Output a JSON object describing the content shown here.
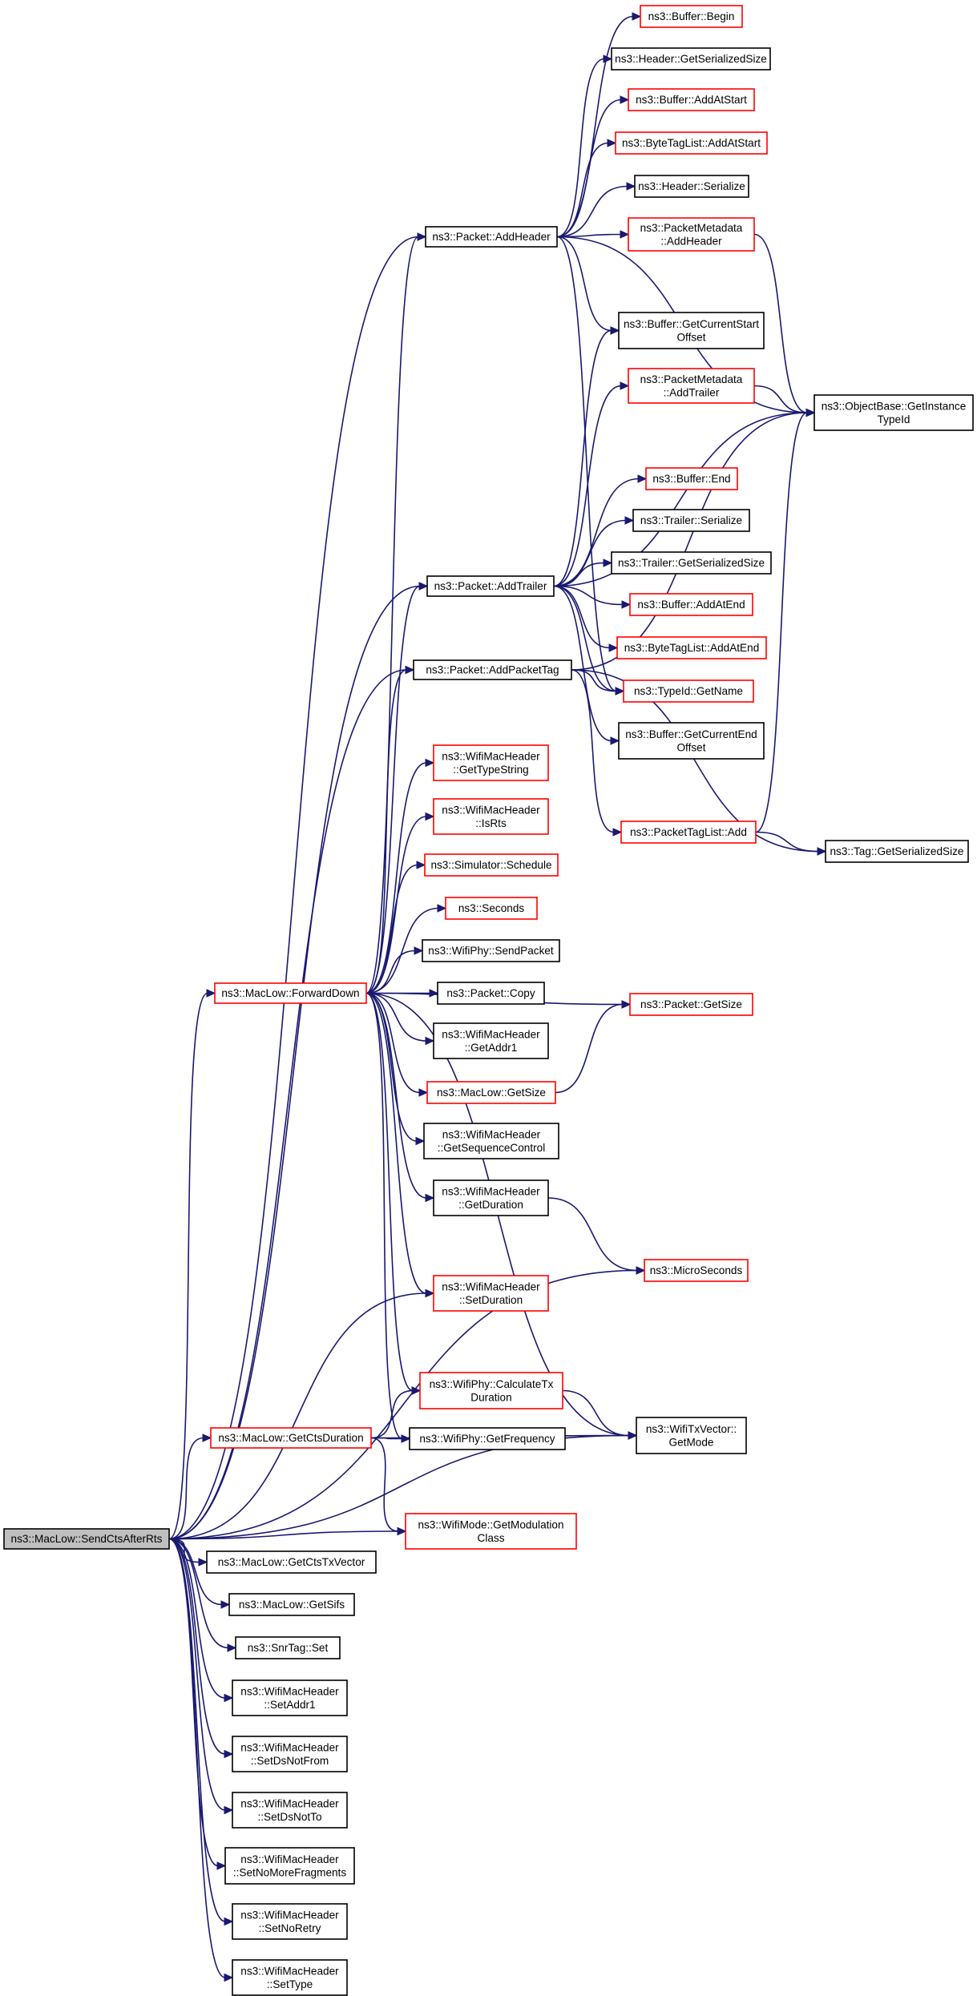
{
  "colors": {
    "edge": "#191970",
    "node_border_default": "#000000",
    "node_border_linked": "#ff0000",
    "node_fill_default": "#ffffff",
    "node_fill_root": "#bfbfbf"
  },
  "nodes": [
    {
      "id": "n_sendcts",
      "lines": [
        "ns3::MacLow::SendCtsAfterRts"
      ],
      "style": "root"
    },
    {
      "id": "n_addheader",
      "lines": [
        "ns3::Packet::AddHeader"
      ],
      "style": "black"
    },
    {
      "id": "n_addtrailer",
      "lines": [
        "ns3::Packet::AddTrailer"
      ],
      "style": "black"
    },
    {
      "id": "n_addpackettag",
      "lines": [
        "ns3::Packet::AddPacketTag"
      ],
      "style": "black"
    },
    {
      "id": "n_forwarddown",
      "lines": [
        "ns3::MacLow::ForwardDown"
      ],
      "style": "red"
    },
    {
      "id": "n_getctsduration",
      "lines": [
        "ns3::MacLow::GetCtsDuration"
      ],
      "style": "red"
    },
    {
      "id": "n_buffer_begin",
      "lines": [
        "ns3::Buffer::Begin"
      ],
      "style": "red"
    },
    {
      "id": "n_header_getsersize",
      "lines": [
        "ns3::Header::GetSerializedSize"
      ],
      "style": "black"
    },
    {
      "id": "n_buffer_addatstart",
      "lines": [
        "ns3::Buffer::AddAtStart"
      ],
      "style": "red"
    },
    {
      "id": "n_btl_addatstart",
      "lines": [
        "ns3::ByteTagList::AddAtStart"
      ],
      "style": "red"
    },
    {
      "id": "n_header_serialize",
      "lines": [
        "ns3::Header::Serialize"
      ],
      "style": "black"
    },
    {
      "id": "n_pm_addheader",
      "lines": [
        "ns3::PacketMetadata",
        "::AddHeader"
      ],
      "style": "red"
    },
    {
      "id": "n_buffer_getcurstart",
      "lines": [
        "ns3::Buffer::GetCurrentStart",
        "Offset"
      ],
      "style": "black"
    },
    {
      "id": "n_pm_addtrailer",
      "lines": [
        "ns3::PacketMetadata",
        "::AddTrailer"
      ],
      "style": "red"
    },
    {
      "id": "n_objbase_getinst",
      "lines": [
        "ns3::ObjectBase::GetInstance",
        "TypeId"
      ],
      "style": "black"
    },
    {
      "id": "n_buffer_end",
      "lines": [
        "ns3::Buffer::End"
      ],
      "style": "red"
    },
    {
      "id": "n_trailer_serialize",
      "lines": [
        "ns3::Trailer::Serialize"
      ],
      "style": "black"
    },
    {
      "id": "n_trailer_getsersize",
      "lines": [
        "ns3::Trailer::GetSerializedSize"
      ],
      "style": "black"
    },
    {
      "id": "n_buffer_addatend",
      "lines": [
        "ns3::Buffer::AddAtEnd"
      ],
      "style": "red"
    },
    {
      "id": "n_btl_addatend",
      "lines": [
        "ns3::ByteTagList::AddAtEnd"
      ],
      "style": "red"
    },
    {
      "id": "n_typeid_getname",
      "lines": [
        "ns3::TypeId::GetName"
      ],
      "style": "red"
    },
    {
      "id": "n_buffer_getcurend",
      "lines": [
        "ns3::Buffer::GetCurrentEnd",
        "Offset"
      ],
      "style": "black"
    },
    {
      "id": "n_wmh_gettypestring",
      "lines": [
        "ns3::WifiMacHeader",
        "::GetTypeString"
      ],
      "style": "red"
    },
    {
      "id": "n_wmh_isrts",
      "lines": [
        "ns3::WifiMacHeader",
        "::IsRts"
      ],
      "style": "red"
    },
    {
      "id": "n_ptl_add",
      "lines": [
        "ns3::PacketTagList::Add"
      ],
      "style": "red"
    },
    {
      "id": "n_tag_getsersize",
      "lines": [
        "ns3::Tag::GetSerializedSize"
      ],
      "style": "black"
    },
    {
      "id": "n_sim_schedule",
      "lines": [
        "ns3::Simulator::Schedule"
      ],
      "style": "red"
    },
    {
      "id": "n_seconds",
      "lines": [
        "ns3::Seconds"
      ],
      "style": "red"
    },
    {
      "id": "n_wifiphy_sendpacket",
      "lines": [
        "ns3::WifiPhy::SendPacket"
      ],
      "style": "black"
    },
    {
      "id": "n_packet_copy",
      "lines": [
        "ns3::Packet::Copy"
      ],
      "style": "black"
    },
    {
      "id": "n_packet_getsize",
      "lines": [
        "ns3::Packet::GetSize"
      ],
      "style": "red"
    },
    {
      "id": "n_wmh_getaddr1",
      "lines": [
        "ns3::WifiMacHeader",
        "::GetAddr1"
      ],
      "style": "black"
    },
    {
      "id": "n_maclow_getsize",
      "lines": [
        "ns3::MacLow::GetSize"
      ],
      "style": "red"
    },
    {
      "id": "n_wmh_getseqctrl",
      "lines": [
        "ns3::WifiMacHeader",
        "::GetSequenceControl"
      ],
      "style": "black"
    },
    {
      "id": "n_wmh_getduration",
      "lines": [
        "ns3::WifiMacHeader",
        "::GetDuration"
      ],
      "style": "black"
    },
    {
      "id": "n_microseconds",
      "lines": [
        "ns3::MicroSeconds"
      ],
      "style": "red"
    },
    {
      "id": "n_wmh_setduration",
      "lines": [
        "ns3::WifiMacHeader",
        "::SetDuration"
      ],
      "style": "red"
    },
    {
      "id": "n_wifiphy_calctx",
      "lines": [
        "ns3::WifiPhy::CalculateTx",
        "Duration"
      ],
      "style": "red"
    },
    {
      "id": "n_wifitxvector_getmode",
      "lines": [
        "ns3::WifiTxVector::",
        "GetMode"
      ],
      "style": "black"
    },
    {
      "id": "n_wifiphy_getfreq",
      "lines": [
        "ns3::WifiPhy::GetFrequency"
      ],
      "style": "black"
    },
    {
      "id": "n_wifimode_getmodclass",
      "lines": [
        "ns3::WifiMode::GetModulation",
        "Class"
      ],
      "style": "red"
    },
    {
      "id": "n_maclow_getctstxvector",
      "lines": [
        "ns3::MacLow::GetCtsTxVector"
      ],
      "style": "black"
    },
    {
      "id": "n_maclow_getsifs",
      "lines": [
        "ns3::MacLow::GetSifs"
      ],
      "style": "black"
    },
    {
      "id": "n_snrtag_set",
      "lines": [
        "ns3::SnrTag::Set"
      ],
      "style": "black"
    },
    {
      "id": "n_wmh_setaddr1",
      "lines": [
        "ns3::WifiMacHeader",
        "::SetAddr1"
      ],
      "style": "black"
    },
    {
      "id": "n_wmh_setdsnotfrom",
      "lines": [
        "ns3::WifiMacHeader",
        "::SetDsNotFrom"
      ],
      "style": "black"
    },
    {
      "id": "n_wmh_setdsnotto",
      "lines": [
        "ns3::WifiMacHeader",
        "::SetDsNotTo"
      ],
      "style": "black"
    },
    {
      "id": "n_wmh_setnomorefrag",
      "lines": [
        "ns3::WifiMacHeader",
        "::SetNoMoreFragments"
      ],
      "style": "black"
    },
    {
      "id": "n_wmh_setnoretry",
      "lines": [
        "ns3::WifiMacHeader",
        "::SetNoRetry"
      ],
      "style": "black"
    },
    {
      "id": "n_wmh_settype",
      "lines": [
        "ns3::WifiMacHeader",
        "::SetType"
      ],
      "style": "black"
    }
  ],
  "edges": [
    [
      "n_sendcts",
      "n_addheader"
    ],
    [
      "n_sendcts",
      "n_addtrailer"
    ],
    [
      "n_sendcts",
      "n_addpackettag"
    ],
    [
      "n_sendcts",
      "n_forwarddown"
    ],
    [
      "n_sendcts",
      "n_getctsduration"
    ],
    [
      "n_sendcts",
      "n_wmh_setduration"
    ],
    [
      "n_sendcts",
      "n_microseconds"
    ],
    [
      "n_sendcts",
      "n_wifimode_getmodclass"
    ],
    [
      "n_sendcts",
      "n_wifitxvector_getmode"
    ],
    [
      "n_sendcts",
      "n_maclow_getctstxvector"
    ],
    [
      "n_sendcts",
      "n_maclow_getsifs"
    ],
    [
      "n_sendcts",
      "n_snrtag_set"
    ],
    [
      "n_sendcts",
      "n_wmh_setaddr1"
    ],
    [
      "n_sendcts",
      "n_wmh_setdsnotfrom"
    ],
    [
      "n_sendcts",
      "n_wmh_setdsnotto"
    ],
    [
      "n_sendcts",
      "n_wmh_setnomorefrag"
    ],
    [
      "n_sendcts",
      "n_wmh_setnoretry"
    ],
    [
      "n_sendcts",
      "n_wmh_settype"
    ],
    [
      "n_addheader",
      "n_buffer_begin"
    ],
    [
      "n_addheader",
      "n_header_getsersize"
    ],
    [
      "n_addheader",
      "n_buffer_addatstart"
    ],
    [
      "n_addheader",
      "n_btl_addatstart"
    ],
    [
      "n_addheader",
      "n_header_serialize"
    ],
    [
      "n_addheader",
      "n_pm_addheader"
    ],
    [
      "n_addheader",
      "n_buffer_getcurstart"
    ],
    [
      "n_addheader",
      "n_objbase_getinst"
    ],
    [
      "n_addheader",
      "n_typeid_getname"
    ],
    [
      "n_pm_addheader",
      "n_objbase_getinst"
    ],
    [
      "n_pm_addtrailer",
      "n_objbase_getinst"
    ],
    [
      "n_addtrailer",
      "n_buffer_getcurstart"
    ],
    [
      "n_addtrailer",
      "n_pm_addtrailer"
    ],
    [
      "n_addtrailer",
      "n_objbase_getinst"
    ],
    [
      "n_addtrailer",
      "n_buffer_end"
    ],
    [
      "n_addtrailer",
      "n_trailer_serialize"
    ],
    [
      "n_addtrailer",
      "n_trailer_getsersize"
    ],
    [
      "n_addtrailer",
      "n_buffer_addatend"
    ],
    [
      "n_addtrailer",
      "n_btl_addatend"
    ],
    [
      "n_addtrailer",
      "n_typeid_getname"
    ],
    [
      "n_addtrailer",
      "n_buffer_getcurend"
    ],
    [
      "n_addpackettag",
      "n_typeid_getname"
    ],
    [
      "n_addpackettag",
      "n_ptl_add"
    ],
    [
      "n_addpackettag",
      "n_objbase_getinst"
    ],
    [
      "n_addpackettag",
      "n_tag_getsersize"
    ],
    [
      "n_ptl_add",
      "n_tag_getsersize"
    ],
    [
      "n_ptl_add",
      "n_objbase_getinst"
    ],
    [
      "n_forwarddown",
      "n_addheader"
    ],
    [
      "n_forwarddown",
      "n_addtrailer"
    ],
    [
      "n_forwarddown",
      "n_addpackettag"
    ],
    [
      "n_forwarddown",
      "n_wmh_gettypestring"
    ],
    [
      "n_forwarddown",
      "n_wmh_isrts"
    ],
    [
      "n_forwarddown",
      "n_sim_schedule"
    ],
    [
      "n_forwarddown",
      "n_seconds"
    ],
    [
      "n_forwarddown",
      "n_wifiphy_sendpacket"
    ],
    [
      "n_forwarddown",
      "n_packet_copy"
    ],
    [
      "n_forwarddown",
      "n_wmh_getaddr1"
    ],
    [
      "n_forwarddown",
      "n_maclow_getsize"
    ],
    [
      "n_forwarddown",
      "n_wmh_getseqctrl"
    ],
    [
      "n_forwarddown",
      "n_wmh_getduration"
    ],
    [
      "n_forwarddown",
      "n_wmh_setduration"
    ],
    [
      "n_forwarddown",
      "n_wifiphy_calctx"
    ],
    [
      "n_forwarddown",
      "n_wifiphy_getfreq"
    ],
    [
      "n_forwarddown",
      "n_wifitxvector_getmode"
    ],
    [
      "n_forwarddown",
      "n_packet_getsize"
    ],
    [
      "n_maclow_getsize",
      "n_packet_getsize"
    ],
    [
      "n_wmh_getduration",
      "n_microseconds"
    ],
    [
      "n_getctsduration",
      "n_wifiphy_calctx"
    ],
    [
      "n_getctsduration",
      "n_wifiphy_getfreq"
    ],
    [
      "n_getctsduration",
      "n_wifitxvector_getmode"
    ],
    [
      "n_getctsduration",
      "n_wifimode_getmodclass"
    ],
    [
      "n_wifiphy_calctx",
      "n_wifitxvector_getmode"
    ]
  ]
}
